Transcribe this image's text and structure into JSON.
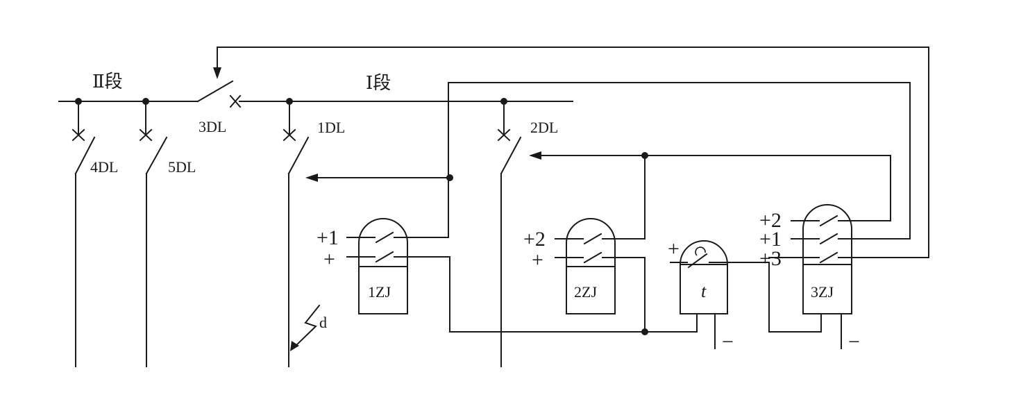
{
  "sections": {
    "left": "Ⅱ段",
    "right": "Ⅰ段"
  },
  "breakers": {
    "b3": "3DL",
    "b1": "1DL",
    "b2": "2DL",
    "b4": "4DL",
    "b5": "5DL"
  },
  "relays": {
    "r1": "1ZJ",
    "r2": "2ZJ",
    "timer": "t",
    "r3": "3ZJ"
  },
  "contacts": {
    "r1_top": "+1",
    "r1_bottom": "+",
    "r2_top": "+2",
    "r2_bottom": "+",
    "timer_plus": "+",
    "r3_a": "+2",
    "r3_b": "+1",
    "r3_c": "+3",
    "minus_timer": "−",
    "minus_r3": "−"
  },
  "fault": "d"
}
